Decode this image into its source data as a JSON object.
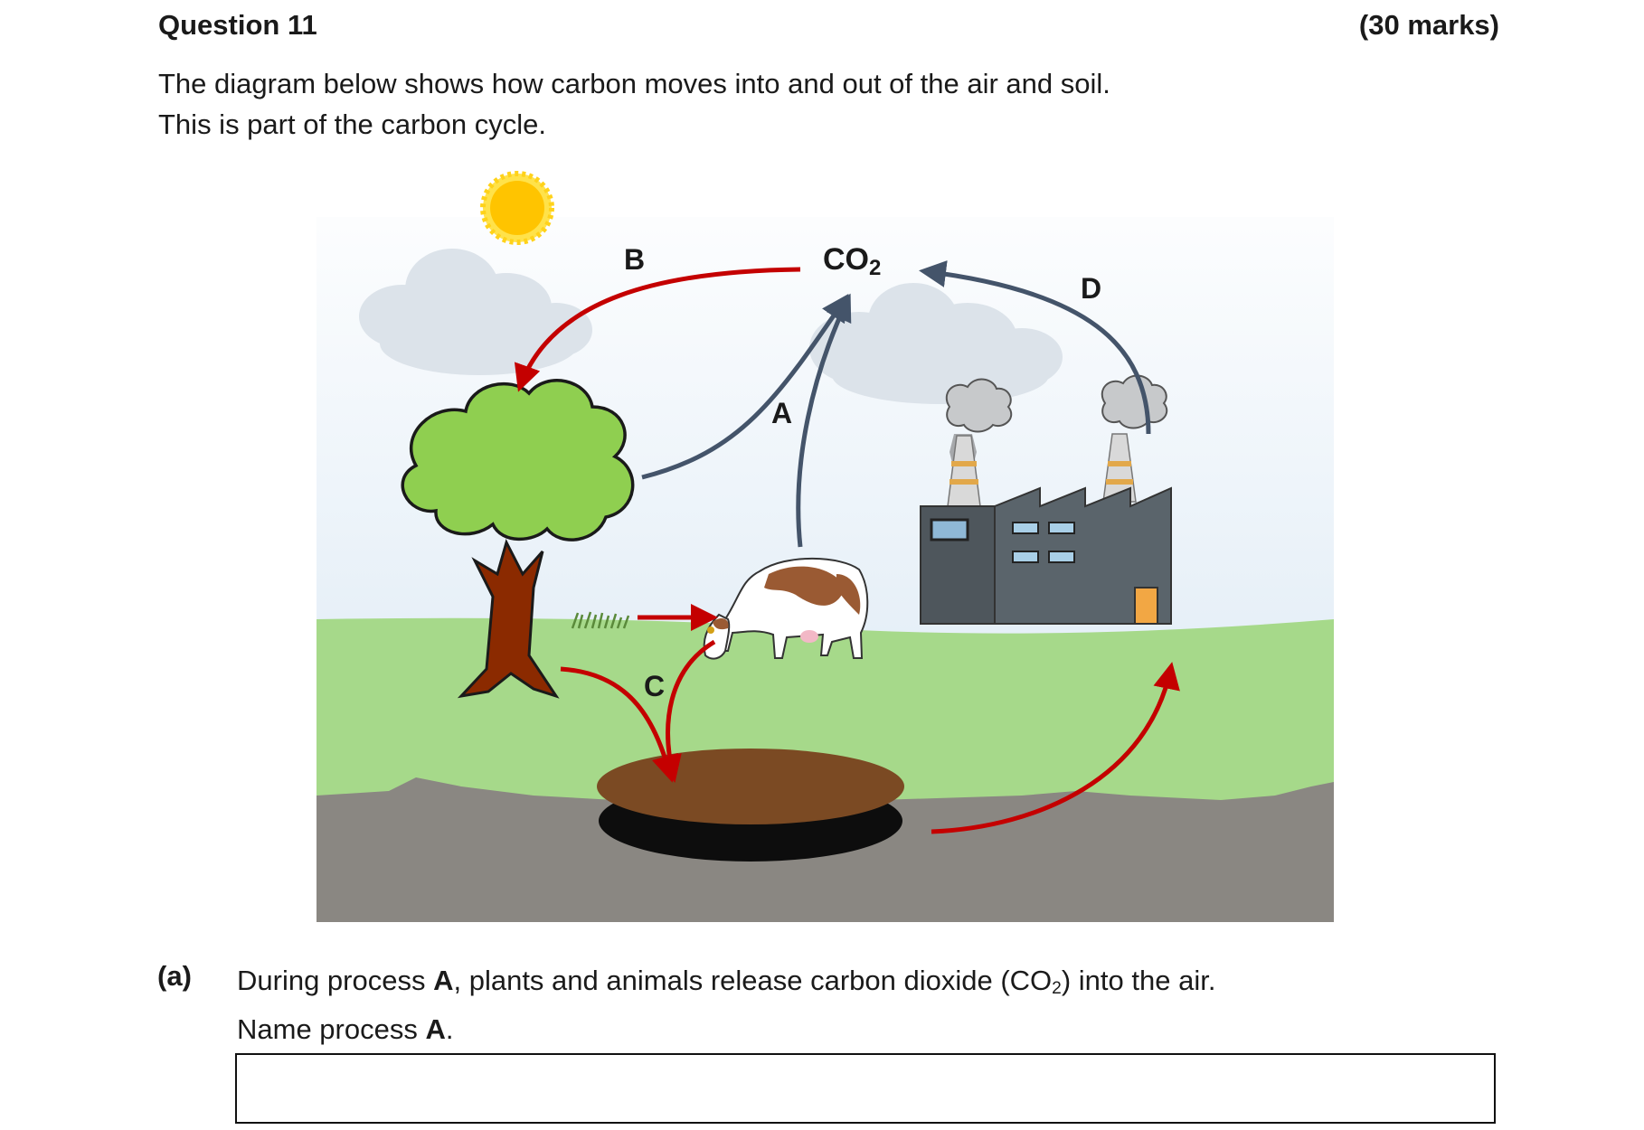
{
  "header": {
    "question": "Question 11",
    "marks": "(30 marks)"
  },
  "intro": {
    "line1": "The diagram below shows how carbon moves into and out of the air and soil.",
    "line2": "This is part of the carbon cycle."
  },
  "diagram": {
    "co2_main": "CO",
    "co2_sub": "2",
    "labels": {
      "a": "A",
      "b": "B",
      "c": "C",
      "d": "D"
    },
    "colors": {
      "red_arrow": "#c40000",
      "blue_arrow": "#44546a",
      "sky": "#dde9f4",
      "grass": "#a6d98a",
      "ground": "#8a8782",
      "soil": "#7b4a23"
    }
  },
  "part_a": {
    "label": "(a)",
    "line1_pre": "During process ",
    "line1_bold": "A",
    "line1_mid": ", plants and animals release carbon dioxide (CO",
    "line1_sub": "2",
    "line1_post": ") into the air.",
    "line2_pre": "Name process ",
    "line2_bold": "A",
    "line2_post": "."
  }
}
